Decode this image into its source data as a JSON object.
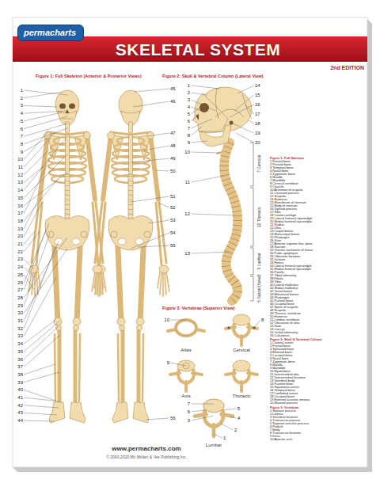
{
  "diagram": {
    "title": "SKELETAL SYSTEM",
    "nodes": [
      {
        "text": [
          "permacharts"
        ]
      }
    ],
    "labels": [
      "2nd EDITION",
      "Figure 1: Full Skeleton (Anterior & Posterior Views)",
      "Figure 2: Skull & Vertebral Column (Lateral View)",
      "Figure 3: Vertebrae (Superior View)",
      "7 Cervical",
      "12 Thoracic",
      "5 Lumbar",
      "5 Sacral (fused)",
      "Atlas",
      "Cervical",
      "Axis",
      "Thoracic",
      "Lumbar",
      "www.permacharts.com",
      "© 2000-2020 Mc Mullen & Yee Publishing Inc.",
      "1",
      "2",
      "3",
      "4",
      "5",
      "6",
      "7",
      "8",
      "9",
      "10",
      "11",
      "12",
      "13",
      "14",
      "15",
      "16",
      "17",
      "18",
      "19",
      "20",
      "21",
      "22",
      "23",
      "24",
      "25",
      "26",
      "27",
      "28",
      "29",
      "30",
      "31",
      "32",
      "33",
      "34",
      "35",
      "36",
      "37",
      "38",
      "39",
      "40",
      "41",
      "42",
      "43",
      "44",
      "45",
      "46",
      "47",
      "48",
      "49",
      "50",
      "51",
      "52",
      "53",
      "54",
      "55",
      "56",
      "1",
      "2",
      "3",
      "4",
      "5",
      "6",
      "7",
      "8",
      "9",
      "10",
      "11",
      "12",
      "13",
      "14",
      "15",
      "16",
      "17",
      "18",
      "19",
      "20",
      "1",
      "2",
      "3",
      "4",
      "5",
      "6",
      "7",
      "8",
      "9",
      "10",
      "Figure 1: Full Skeleton",
      "1 Frontal bone",
      "2 Parietal bone",
      "3 Temporal bone",
      "4 Nasal bone",
      "5 Zygomatic bone",
      "6 Maxilla",
      "7 Mandible",
      "8 Cervical vertebrae",
      "9 Clavicle",
      "10 Acromion of scapula",
      "11 Coracoid process",
      "12 Scapula",
      "13 Humerus",
      "14 Manubrium of sternum",
      "15 Body of sternum",
      "16 Xiphoid process",
      "17 Ribs",
      "18 Costal cartilage",
      "19 Lateral humeral epicondyle",
      "20 Medial humeral epicondyle",
      "21 Radius",
      "22 Ulna",
      "23 Carpal bones",
      "24 Metacarpal bones",
      "25 Phalanges",
      "26 Ilium",
      "27 Anterior superior iliac spine",
      "28 Sacrum",
      "29 Greater trochanter of femur",
      "30 Pubic symphysis",
      "31 Obturator foramen",
      "32 Ischium",
      "33 Femur",
      "34 Lateral femoral epicondyle",
      "35 Medial femoral epicondyle",
      "36 Patella",
      "37 Tibial tuberosity",
      "38 Fibula",
      "39 Tibia",
      "40 Lateral malleolus",
      "41 Medial malleolus",
      "42 Tarsal bones",
      "43 Metatarsal bones",
      "44 Phalanges",
      "45 Parietal bone",
      "46 Occipital bone",
      "47 Spine of scapula",
      "48 Scapula",
      "49 Thoracic vertebrae",
      "50 Humerus",
      "51 Lumbar vertebrae",
      "52 Olecranon of ulna",
      "53 Ilium",
      "54 Coccyx",
      "55 Ischial tuberosity",
      "56 Calcaneus",
      "Figure 2: Skull & Vertebral Column",
      "1 Coronal suture",
      "2 Frontal bone",
      "3 Sphenoid bone",
      "4 Ethmoid bone",
      "5 Lacrimal bone",
      "6 Nasal bone",
      "7 Zygomatic bone",
      "8 Maxilla",
      "9 Mandible",
      "10 Hyoid bone",
      "11 Intervertebral disc",
      "12 Intervertebral foramen",
      "13 Vertebral body",
      "14 Parietal bone",
      "15 Squamous suture",
      "16 Temporal bone",
      "17 Lambdoid suture",
      "18 Occipital bone",
      "19 External acoustic meatus",
      "20 Mastoid process",
      "Figure 3: Vertebrae",
      "1 Spinous process",
      "2 Lamina",
      "3 Vertebral foramen",
      "4 Transverse process",
      "5 Superior articular process",
      "6 Pedicle",
      "7 Body",
      "8 Transverse foramen",
      "9 Dens",
      "10 Anterior arch"
    ]
  }
}
